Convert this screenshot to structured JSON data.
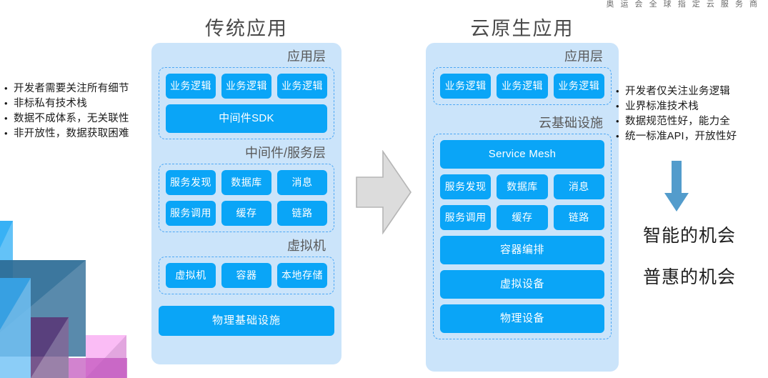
{
  "brand": {
    "strip_text": "奥 运 会 全 球 指 定 云 服 务 商"
  },
  "left_column": {
    "title": "传统应用",
    "sections": [
      {
        "label": "应用层",
        "rows": [
          [
            "业务逻辑",
            "业务逻辑",
            "业务逻辑"
          ],
          [
            "中间件SDK"
          ]
        ]
      },
      {
        "label": "中间件/服务层",
        "rows": [
          [
            "服务发现",
            "数据库",
            "消息"
          ],
          [
            "服务调用",
            "缓存",
            "链路"
          ]
        ]
      },
      {
        "label": "虚拟机",
        "rows": [
          [
            "虚拟机",
            "容器",
            "本地存储"
          ]
        ]
      }
    ],
    "footer_bar": "物理基础设施"
  },
  "right_column": {
    "title": "云原生应用",
    "sections": [
      {
        "label": "应用层",
        "rows": [
          [
            "业务逻辑",
            "业务逻辑",
            "业务逻辑"
          ]
        ]
      },
      {
        "label": "云基础设施",
        "rows": [
          [
            "Service Mesh"
          ],
          [
            "服务发现",
            "数据库",
            "消息"
          ],
          [
            "服务调用",
            "缓存",
            "链路"
          ],
          [
            "容器编排"
          ],
          [
            "虚拟设备"
          ],
          [
            "物理设备"
          ]
        ]
      }
    ]
  },
  "bullets_left": [
    "开发者需要关注所有细节",
    "非标私有技术栈",
    "数据不成体系，无关联性",
    "非开放性，数据获取困难"
  ],
  "bullets_right": [
    "开发者仅关注业务逻辑",
    "业界标准技术栈",
    "数据规范性好，能力全",
    "统一标准API，开放性好"
  ],
  "conclusion": {
    "line1": "智能的机会",
    "line2": "普惠的机会"
  },
  "icons": {
    "transition_arrow": "right-arrow-icon",
    "result_arrow": "down-arrow-icon"
  },
  "colors": {
    "panel_background": "#cbe4fa",
    "chip_blue": "#0aa5f7",
    "dashed_border": "#4ea8f5",
    "mid_arrow_fill": "#dcdcdc",
    "mid_arrow_stroke": "#b5b5b5",
    "down_arrow_fill": "#539ccc",
    "title_text": "#4a4a4a",
    "body_text": "#1a1a1a"
  }
}
